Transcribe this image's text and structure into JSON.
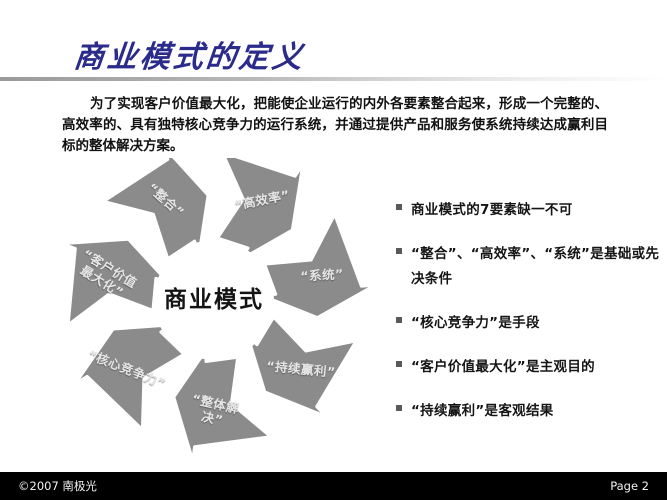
{
  "slide": {
    "title": "商业模式的定义",
    "paragraph": "为了实现客户价值最大化，把能使企业运行的内外各要素整合起来，形成一个完整的、高效率的、具有独特核心竞争力的运行系统，并通过提供产品和服务使系统持续达成赢利目标的整体解决方案。"
  },
  "diagram": {
    "center_label": "商业模式",
    "segment_fill": "#8b8b8b",
    "segment_gap": "#ffffff",
    "label_color": "#e6e6e6",
    "segments": [
      {
        "label": "“高效率”",
        "angle": -62
      },
      {
        "label": "“系统”",
        "angle": -18
      },
      {
        "label": "“持续赢利”",
        "angle": 30
      },
      {
        "label": "“整体解\n决”",
        "angle": 70
      },
      {
        "label": "“核心竞争力”",
        "angle": 120
      },
      {
        "label": "“客户价值\n最大化”",
        "angle": 175
      },
      {
        "label": "“整合”",
        "angle": 230
      }
    ]
  },
  "bullets": [
    "商业模式的7要素缺一不可",
    "“整合”、“高效率”、“系统”是基础或先决条件",
    "“核心竞争力”是手段",
    "“客户价值最大化”是主观目的",
    "“持续赢利”是客观结果"
  ],
  "footer": {
    "copyright": "©2007 南极光",
    "page": "Page 2"
  }
}
